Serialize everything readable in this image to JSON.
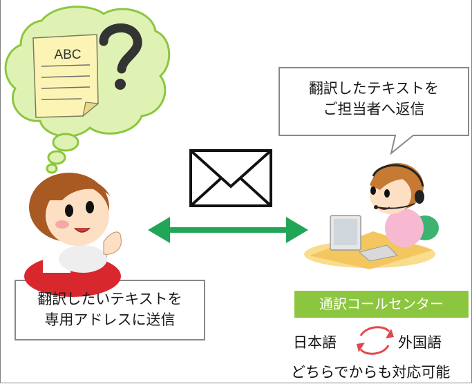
{
  "document": {
    "label": "ABC"
  },
  "agent_bubble": {
    "line1": "翻訳したテキストを",
    "line2": "ご担当者へ返信"
  },
  "customer_bubble": {
    "line1": "翻訳したいテキストを",
    "line2": "専用アドレスに送信"
  },
  "call_center": {
    "label": "通訳コールセンター",
    "language_left": "日本語",
    "language_right": "外国語",
    "note": "どちらでからも対応可能"
  },
  "colors": {
    "thought_fill": "#dff2b4",
    "thought_stroke": "#8cc63f",
    "arrow": "#21a557",
    "label_bg": "#8cc63f",
    "swap_arrows": "#e2474b"
  },
  "icons": [
    "question-mark-icon",
    "envelope-icon",
    "double-arrow-icon",
    "swap-arrows-icon",
    "headset-icon"
  ]
}
